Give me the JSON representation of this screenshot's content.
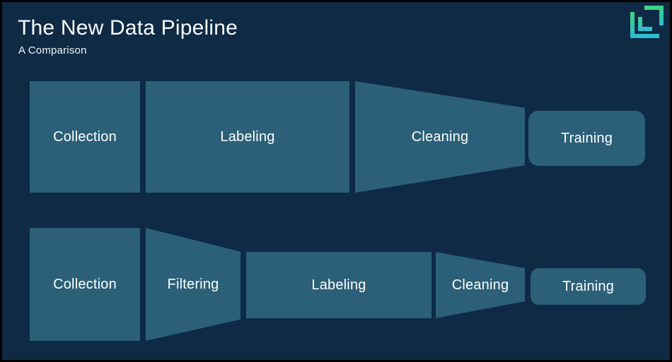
{
  "header": {
    "title": "The New Data Pipeline",
    "subtitle": "A Comparison"
  },
  "logo": {
    "name": "labelbox-bracket-mark",
    "gradient_top": "#3ed47f",
    "gradient_bottom": "#2fbbd6"
  },
  "colors": {
    "canvas_background": "#0e2a45",
    "shape_fill": "#2b6078",
    "label_text": "#ffffff",
    "frame_border": "#000000"
  },
  "pipelines": [
    {
      "id": "pipeline-top",
      "stages": [
        {
          "label": "Collection",
          "shape": "rectangle"
        },
        {
          "label": "Labeling",
          "shape": "rectangle"
        },
        {
          "label": "Cleaning",
          "shape": "trapezoid-narrowing-right"
        },
        {
          "label": "Training",
          "shape": "rounded-rectangle"
        }
      ]
    },
    {
      "id": "pipeline-bottom",
      "stages": [
        {
          "label": "Collection",
          "shape": "rectangle"
        },
        {
          "label": "Filtering",
          "shape": "trapezoid-narrowing-right"
        },
        {
          "label": "Labeling",
          "shape": "rectangle"
        },
        {
          "label": "Cleaning",
          "shape": "trapezoid-narrowing-right"
        },
        {
          "label": "Training",
          "shape": "rounded-rectangle"
        }
      ]
    }
  ]
}
